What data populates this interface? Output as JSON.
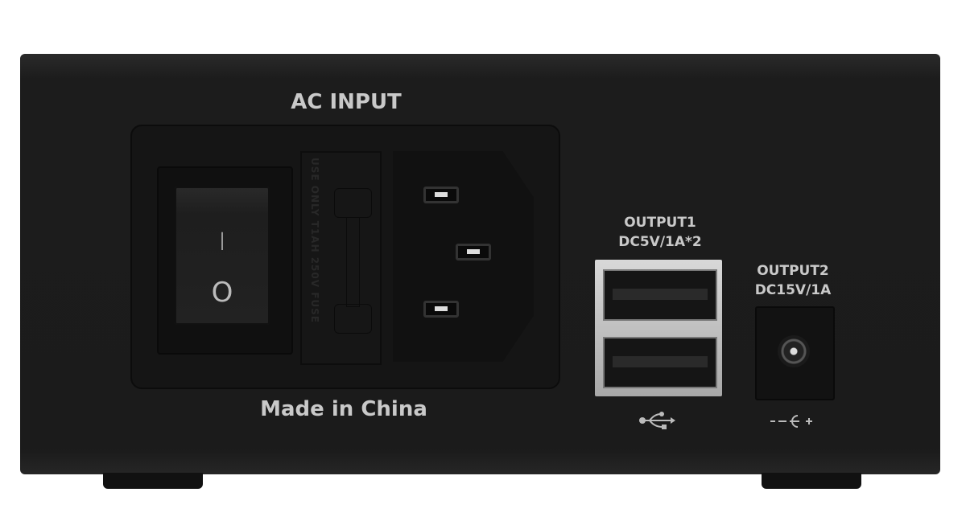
{
  "labels": {
    "ac_input": "AC INPUT",
    "made_in": "Made in China",
    "fuse_text": "USE ONLY T1AH 250V FUSE",
    "switch_on": "I",
    "switch_off": "O",
    "output1_name": "OUTPUT1",
    "output1_spec": "DC5V/1A*2",
    "output2_name": "OUTPUT2",
    "output2_spec": "DC15V/1A"
  },
  "icons": {
    "usb": "usb-icon",
    "dc_polarity": "dc-polarity-icon"
  },
  "colors": {
    "body": "#1c1c1c",
    "label": "#c9c9c9",
    "usb_shell": "#c0c0c0"
  }
}
